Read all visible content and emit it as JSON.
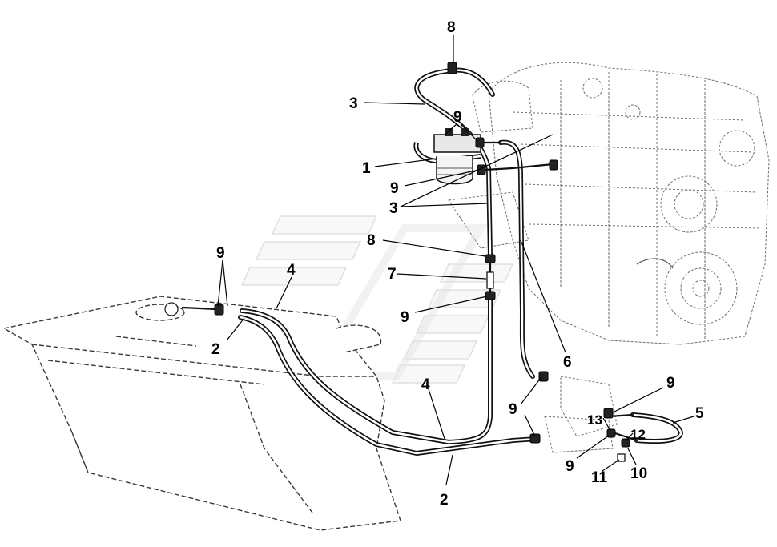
{
  "diagram": {
    "callouts": [
      {
        "id": "c8-top",
        "text": "8"
      },
      {
        "id": "c3-top",
        "text": "3"
      },
      {
        "id": "c9-filter",
        "text": "9"
      },
      {
        "id": "c1",
        "text": "1"
      },
      {
        "id": "c9-filter-bottom",
        "text": "9"
      },
      {
        "id": "c3-mid",
        "text": "3"
      },
      {
        "id": "c8-mid",
        "text": "8"
      },
      {
        "id": "c9-tank",
        "text": "9"
      },
      {
        "id": "c4-upper",
        "text": "4"
      },
      {
        "id": "c7",
        "text": "7"
      },
      {
        "id": "c9-center",
        "text": "9"
      },
      {
        "id": "c2-left",
        "text": "2"
      },
      {
        "id": "c6",
        "text": "6"
      },
      {
        "id": "c9-right-top",
        "text": "9"
      },
      {
        "id": "c4-lower",
        "text": "4"
      },
      {
        "id": "c9-lower",
        "text": "9"
      },
      {
        "id": "c5",
        "text": "5"
      },
      {
        "id": "c13",
        "text": "13"
      },
      {
        "id": "c12",
        "text": "12"
      },
      {
        "id": "c9-bottom",
        "text": "9"
      },
      {
        "id": "c11",
        "text": "11"
      },
      {
        "id": "c10",
        "text": "10"
      },
      {
        "id": "c2-bottom",
        "text": "2"
      }
    ]
  }
}
